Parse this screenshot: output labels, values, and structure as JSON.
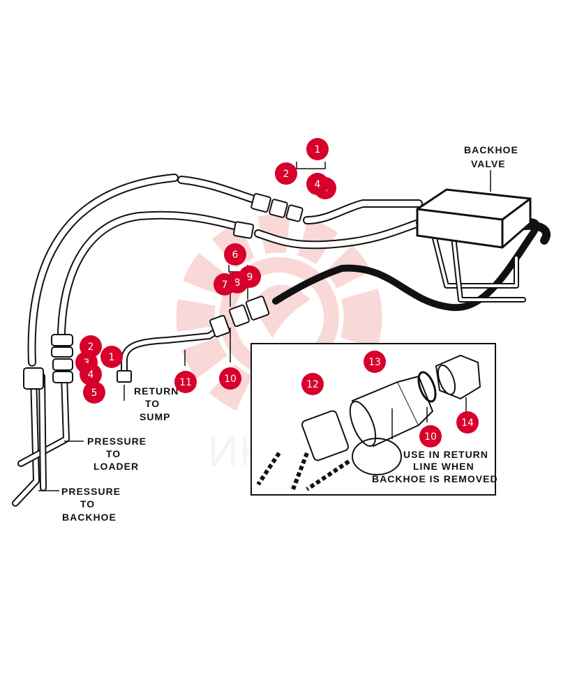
{
  "labels": {
    "backhoe_valve": [
      "BACKHOE",
      "VALVE"
    ],
    "return_to_sump": [
      "RETURN",
      "TO",
      "SUMP"
    ],
    "pressure_to_loader": [
      "PRESSURE",
      "TO",
      "LOADER"
    ],
    "pressure_to_backhoe": [
      "PRESSURE",
      "TO",
      "BACKHOE"
    ],
    "inset_note": [
      "USE IN RETURN",
      "LINE WHEN",
      "BACKHOE IS REMOVED"
    ]
  },
  "callouts": [
    "1",
    "2",
    "3",
    "4",
    "1",
    "2",
    "3",
    "4",
    "5",
    "6",
    "7",
    "8",
    "9",
    "10",
    "11",
    "10",
    "12",
    "13",
    "14"
  ],
  "watermark": "ИНТЕХ",
  "colors": {
    "callout_fill": "#d6002a",
    "line": "#111111",
    "watermark_gear": "#e85050"
  }
}
